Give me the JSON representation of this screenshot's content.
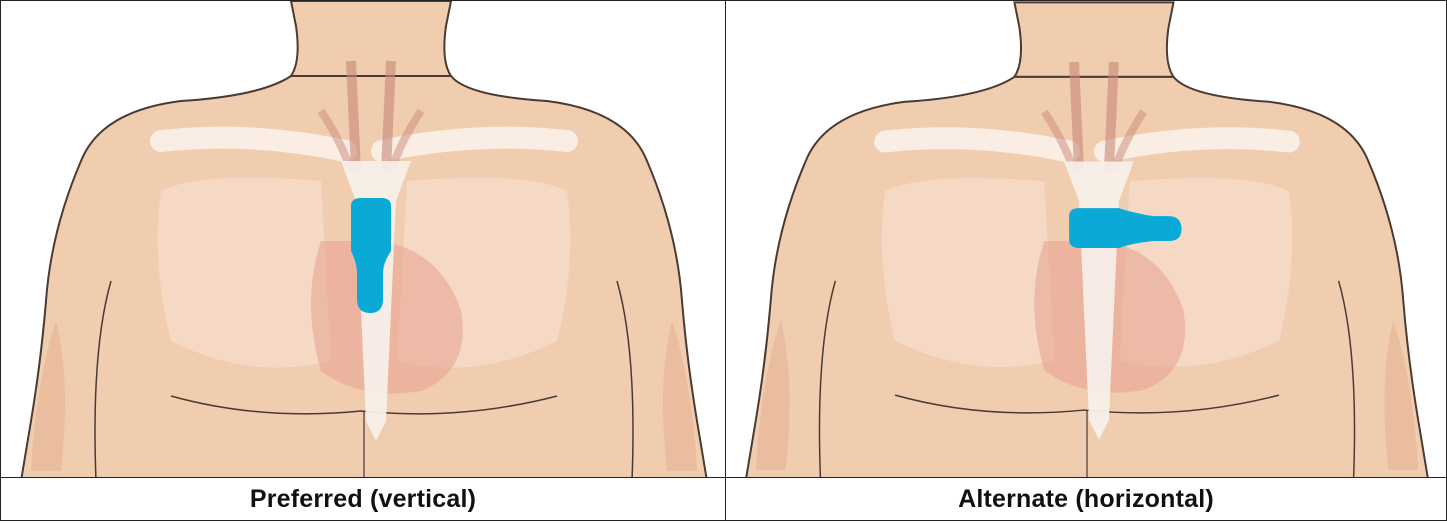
{
  "panels": [
    {
      "caption": "Preferred (vertical)",
      "placement": "vertical",
      "marker_color": "#0aa9d6"
    },
    {
      "caption": "Alternate (horizontal)",
      "placement": "horizontal",
      "marker_color": "#0aa9d6"
    }
  ],
  "colors": {
    "skin": "#f1cdb0",
    "skin_shadow": "#e4b393",
    "outline": "#4a3a33",
    "bone": "#f7efe9",
    "heart": "#e8a090",
    "vessels": "#c98878",
    "marker": "#0aa9d6"
  },
  "icons": [
    "torso-illustration",
    "device-placement-marker"
  ]
}
